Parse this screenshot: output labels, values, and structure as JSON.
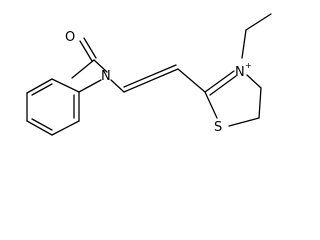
{
  "molecule": {
    "atoms": {
      "O": "O",
      "N_amide": "N",
      "N_ring": "N",
      "N_charge": "+",
      "S": "S"
    }
  }
}
